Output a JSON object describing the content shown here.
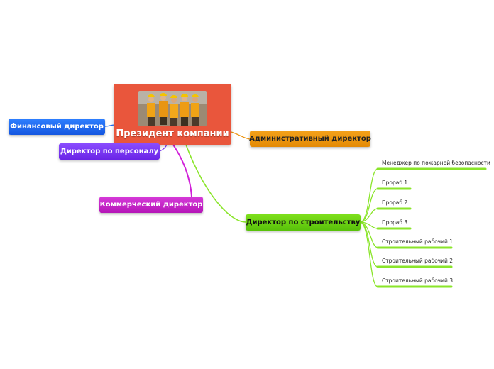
{
  "root": {
    "title": "Президент компании",
    "photo_icon": "workers-photo"
  },
  "branches": {
    "finance": "Финансовый директор",
    "personnel": "Директор по персоналу",
    "commercial": "Коммерческий директор",
    "administrative": "Административный директор",
    "construction": "Директор по строительству"
  },
  "construction_children": [
    "Менеджер по пожарной безопасности",
    "Прораб 1",
    "Прораб 2",
    "Прораб 3",
    "Строительный рабочий 1",
    "Строительный рабочий 2",
    "Строительный рабочий 3"
  ],
  "colors": {
    "root": "#e9563c",
    "finance": "#1f6bf0",
    "personnel": "#7a35f5",
    "commercial": "#c523c8",
    "administrative": "#ec9410",
    "construction": "#6ad014"
  }
}
